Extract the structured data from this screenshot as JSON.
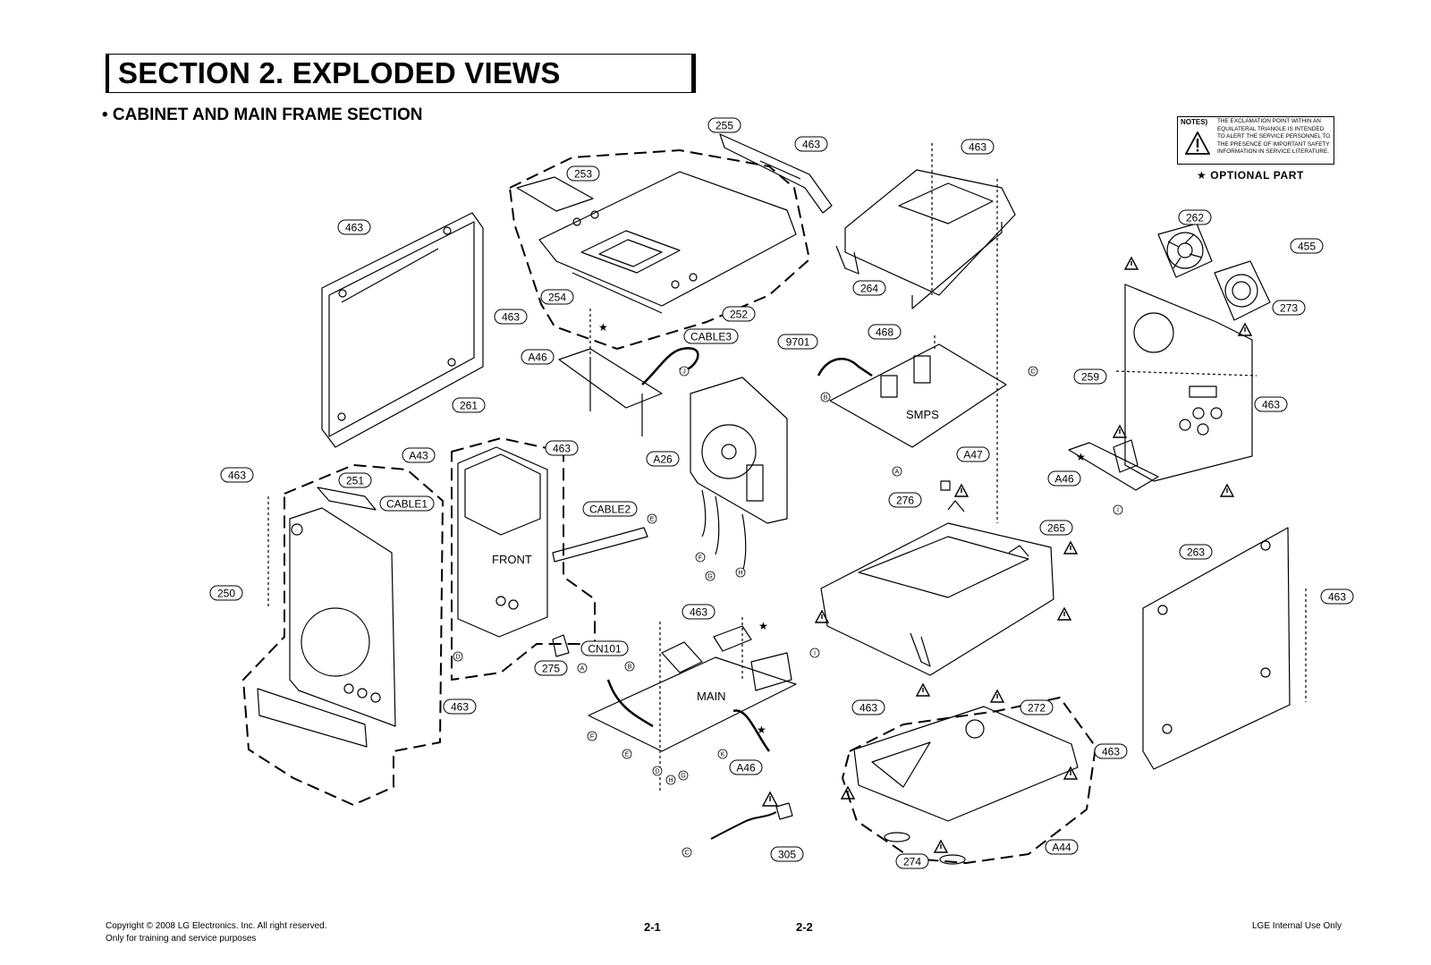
{
  "header": {
    "section_title": "SECTION 2. EXPLODED VIEWS",
    "subsection": "• CABINET AND MAIN FRAME SECTION"
  },
  "notes": {
    "label": "NOTES)",
    "text": "THE EXCLAMATION POINT WITHIN AN EQUILATERAL TRIANGLE IS INTENDED TO ALERT THE SERVICE PERSONNEL TO THE PRESENCE OF IMPORTANT SAFETY INFORMATION IN SERVICE LITERATURE.",
    "optional": "★ OPTIONAL PART"
  },
  "footer": {
    "copyright": "Copyright © 2008 LG Electronics. Inc. All right reserved.",
    "training": "Only for training and service purposes",
    "page_left": "2-1",
    "page_right": "2-2",
    "internal": "LGE Internal Use Only"
  },
  "callouts": [
    {
      "id": "c255",
      "text": "255"
    },
    {
      "id": "c463a",
      "text": "463"
    },
    {
      "id": "c253",
      "text": "253"
    },
    {
      "id": "c463b",
      "text": "463"
    },
    {
      "id": "c463c",
      "text": "463"
    },
    {
      "id": "c254",
      "text": "254"
    },
    {
      "id": "c252",
      "text": "252"
    },
    {
      "id": "c264",
      "text": "264"
    },
    {
      "id": "c262",
      "text": "262"
    },
    {
      "id": "c455",
      "text": "455"
    },
    {
      "id": "c273",
      "text": "273"
    },
    {
      "id": "c261",
      "text": "261"
    },
    {
      "id": "cA46a",
      "text": "A46"
    },
    {
      "id": "cCABLE3",
      "text": "CABLE3"
    },
    {
      "id": "c9701",
      "text": "9701"
    },
    {
      "id": "c468",
      "text": "468"
    },
    {
      "id": "c463d",
      "text": "463"
    },
    {
      "id": "c259",
      "text": "259"
    },
    {
      "id": "c463e",
      "text": "463"
    },
    {
      "id": "cA43",
      "text": "A43"
    },
    {
      "id": "c463f",
      "text": "463"
    },
    {
      "id": "cA26",
      "text": "A26"
    },
    {
      "id": "cA47",
      "text": "A47"
    },
    {
      "id": "cA46b",
      "text": "A46"
    },
    {
      "id": "c463g",
      "text": "463"
    },
    {
      "id": "c251",
      "text": "251"
    },
    {
      "id": "cCABLE1",
      "text": "CABLE1"
    },
    {
      "id": "cCABLE2",
      "text": "CABLE2"
    },
    {
      "id": "c276",
      "text": "276"
    },
    {
      "id": "c265",
      "text": "265"
    },
    {
      "id": "c263",
      "text": "263"
    },
    {
      "id": "c463h",
      "text": "463"
    },
    {
      "id": "c250",
      "text": "250"
    },
    {
      "id": "c463i",
      "text": "463"
    },
    {
      "id": "cCN101",
      "text": "CN101"
    },
    {
      "id": "c275",
      "text": "275"
    },
    {
      "id": "c463j",
      "text": "463"
    },
    {
      "id": "c463k",
      "text": "463"
    },
    {
      "id": "c272",
      "text": "272"
    },
    {
      "id": "cA46c",
      "text": "A46"
    },
    {
      "id": "c463l",
      "text": "463"
    },
    {
      "id": "c305",
      "text": "305"
    },
    {
      "id": "c274",
      "text": "274"
    },
    {
      "id": "cA44",
      "text": "A44"
    }
  ],
  "board_labels": {
    "smps": "SMPS",
    "front": "FRONT",
    "main": "MAIN"
  },
  "connectors": [
    {
      "id": "kJ",
      "text": "J"
    },
    {
      "id": "kB1",
      "text": "B"
    },
    {
      "id": "kC1",
      "text": "C"
    },
    {
      "id": "kA1",
      "text": "A"
    },
    {
      "id": "kI1",
      "text": "I"
    },
    {
      "id": "kE1",
      "text": "E"
    },
    {
      "id": "kF1",
      "text": "F"
    },
    {
      "id": "kG1",
      "text": "G"
    },
    {
      "id": "kH1",
      "text": "H"
    },
    {
      "id": "kD1",
      "text": "D"
    },
    {
      "id": "kI2",
      "text": "I"
    },
    {
      "id": "kA2",
      "text": "A"
    },
    {
      "id": "kB2",
      "text": "B"
    },
    {
      "id": "kF2",
      "text": "F"
    },
    {
      "id": "kE2",
      "text": "E"
    },
    {
      "id": "kD2",
      "text": "D"
    },
    {
      "id": "kH2",
      "text": "H"
    },
    {
      "id": "kG2",
      "text": "G"
    },
    {
      "id": "kK",
      "text": "K"
    },
    {
      "id": "kC2",
      "text": "C"
    }
  ]
}
